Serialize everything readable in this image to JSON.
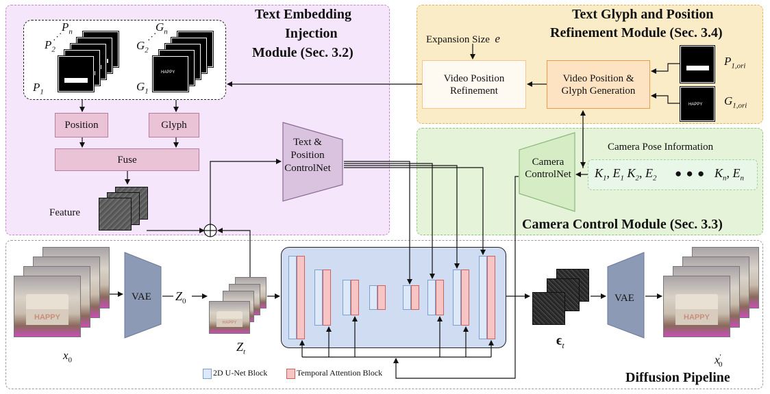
{
  "modules": {
    "embedding": {
      "title_lines": [
        "Text Embedding",
        "Injection",
        "Module (Sec. 3.2)"
      ],
      "bg": "#f6e6fb",
      "border": "#c08ad0"
    },
    "glyph": {
      "title_lines": [
        "Text Glyph and Position",
        "Refinement Module (Sec. 3.4)"
      ],
      "bg": "#fbecc8",
      "border": "#e3b45c"
    },
    "camera": {
      "title": "Camera Control Module (Sec. 3.3)",
      "bg": "#e5f3d9",
      "border": "#93c47d"
    },
    "diffusion": {
      "title": "Diffusion Pipeline",
      "border": "#9a9a9a"
    }
  },
  "labels": {
    "p_n": "P",
    "p_n_sub": "n",
    "p_2": "P",
    "p_2_sub": "2",
    "p_1": "P",
    "p_1_sub": "1",
    "g_n": "G",
    "g_n_sub": "n",
    "g_2": "G",
    "g_2_sub": "2",
    "g_1": "G",
    "g_1_sub": "1",
    "dots": ". . .",
    "glyph_text": "HAPPY",
    "glyph_text_y": "Y",
    "position": "Position",
    "glyph": "Glyph",
    "fuse": "Fuse",
    "feature": "Feature",
    "controlnet_lines": [
      "Text &",
      "Position",
      "ControlNet"
    ],
    "expansion": "Expansion Size",
    "expansion_var": "e",
    "video_pos_ref_lines": [
      "Video Position",
      "Refinement"
    ],
    "video_gen_lines": [
      "Video Position &",
      "Glyph Generation"
    ],
    "p1_ori": "P",
    "p1_ori_sub": "1,ori",
    "g1_ori": "G",
    "g1_ori_sub": "1,ori",
    "camera_pose_info": "Camera Pose Information",
    "camera_controlnet_lines": [
      "Camera",
      "ControlNet"
    ],
    "k1": "K",
    "k1_sub": "1",
    "e1": "E",
    "e1_sub": "1",
    "k2": "K",
    "k2_sub": "2",
    "e2": "E",
    "e2_sub": "2",
    "kn": "K",
    "kn_sub": "n",
    "en": "E",
    "en_sub": "n",
    "comma": ",",
    "big_dots": "● ● ●",
    "vae": "VAE",
    "z0": "Z",
    "z0_sub": "0",
    "zt": "Z",
    "zt_sub": "t",
    "x0": "x",
    "x0_sub": "0",
    "x0_prime": "x",
    "x0_prime_sup": "′",
    "x0_prime_sub": "0",
    "eps": "ϵ",
    "eps_sub": "t",
    "image_text": "HAPPY",
    "legend_2d": "2D U-Net Block",
    "legend_temporal": "Temporal Attention Block",
    "plus": "+"
  },
  "colors": {
    "pinkbox": "#ebc3d7",
    "pinkbox_border": "#b77c9c",
    "trapezoid": "#d9c3df",
    "trapezoid_border": "#8a6b96",
    "camera_trap": "#d5ecc4",
    "vae": "#8d9ab5",
    "unet_bg": "#cfdcf2",
    "orange": "#fde3c2",
    "orange_border": "#ec9b4a",
    "white_box_border": "#f4c58e"
  }
}
